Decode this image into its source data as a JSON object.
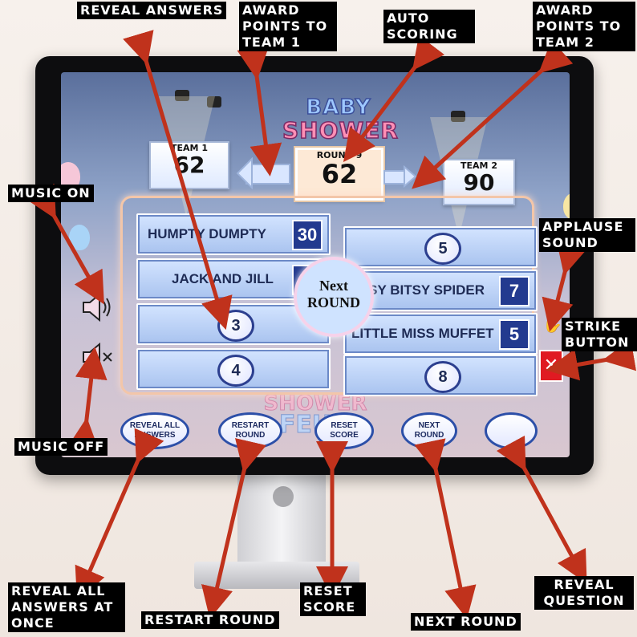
{
  "game": {
    "logo": {
      "line1": "BABY",
      "line2": "SHOWER"
    },
    "team1": {
      "label": "TEAM 1",
      "score": "62"
    },
    "round": {
      "label": "ROUND 9",
      "score": "62"
    },
    "team2": {
      "label": "TEAM 2",
      "score": "90"
    },
    "next_round_center": {
      "line1": "Next",
      "line2": "ROUND"
    },
    "answers_left": [
      {
        "text": "HUMPTY DUMPTY",
        "points": "30",
        "revealed": true
      },
      {
        "text": "JACK AND JILL",
        "points": "",
        "revealed": true
      },
      {
        "number": "3",
        "revealed": false
      },
      {
        "number": "4",
        "revealed": false
      }
    ],
    "answers_right": [
      {
        "number": "5",
        "revealed": false
      },
      {
        "text": "ITSY BITSY SPIDER",
        "points": "7",
        "revealed": true
      },
      {
        "text": "LITTLE MISS MUFFET",
        "points": "5",
        "revealed": true
      },
      {
        "number": "8",
        "revealed": false
      }
    ],
    "buttons": [
      {
        "label": "REVEAL ALL ANSWERS"
      },
      {
        "label": "RESTART ROUND"
      },
      {
        "label": "RESET SCORE"
      },
      {
        "label": "NEXT ROUND"
      },
      {
        "label": ""
      }
    ],
    "strike_symbol": "✕",
    "background_logo": {
      "line1": "SHOWER",
      "line2": "FEUD"
    }
  },
  "callouts": {
    "reveal_answers": "REVEAL ANSWERS",
    "award_team1": "AWARD POINTS TO TEAM 1",
    "auto_scoring": "AUTO SCORING",
    "award_team2": "AWARD POINTS TO TEAM 2",
    "music_on": "MUSIC ON",
    "applause_sound": "APPLAUSE SOUND",
    "strike_button": "STRIKE BUTTON",
    "music_off": "MUSIC OFF",
    "reveal_all": "REVEAL ALL ANSWERS AT ONCE",
    "restart_round": "RESTART ROUND",
    "reset_score": "RESET SCORE",
    "next_round": "NEXT ROUND",
    "reveal_question": "REVEAL QUESTION"
  },
  "colors": {
    "accent_red": "#c0321c",
    "strike_red": "#e01a22",
    "tile_blue": "#a9c3ef",
    "points_navy": "#233a8f"
  }
}
